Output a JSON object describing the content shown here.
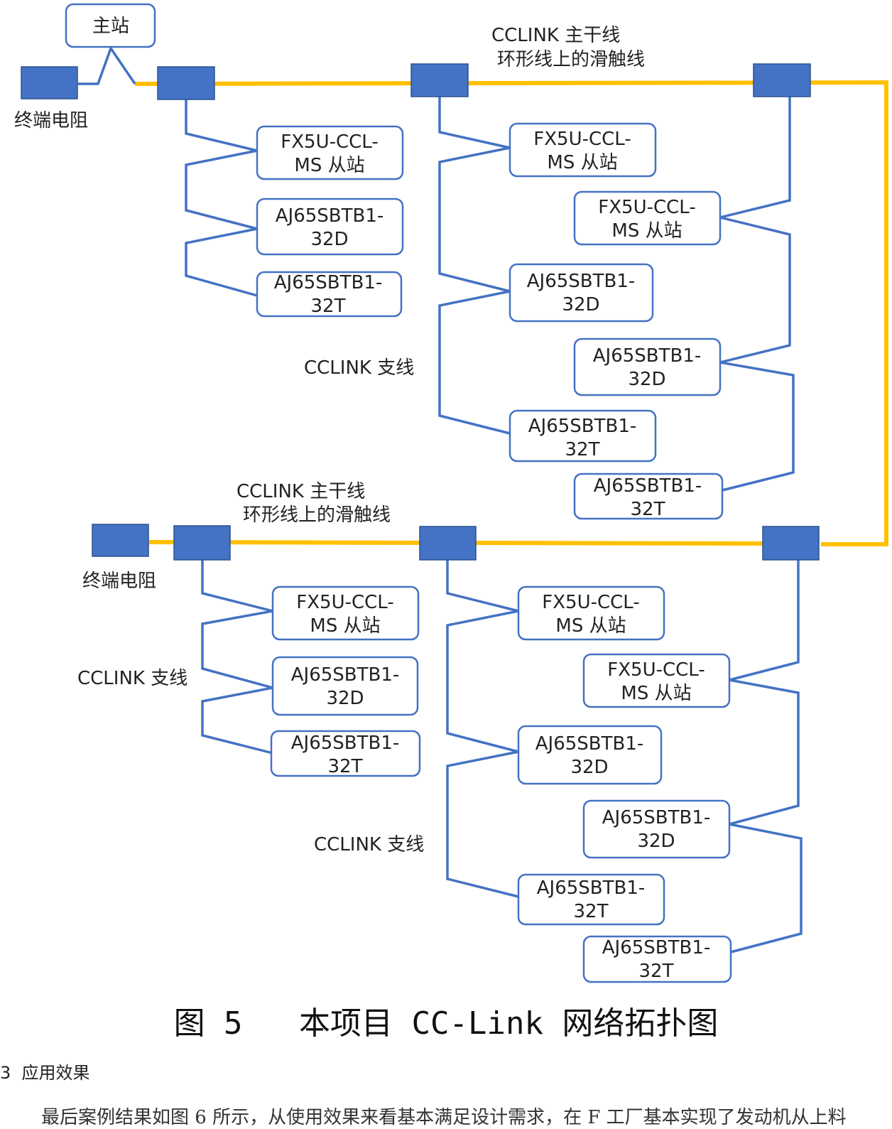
{
  "diagram": {
    "master_label": "主站",
    "terminator_label": "终端电阻",
    "trunk_label_line1": "CCLINK 主干线",
    "trunk_label_line2": "环形线上的滑触线",
    "branch_label": "CCLINK 支线",
    "devices": {
      "fx5u_l1": "FX5U-CCL-",
      "fx5u_l2": "MS 从站",
      "aj_l1": "AJ65SBTB1-",
      "aj_32d": "32D",
      "aj_32t": "32T"
    },
    "colors": {
      "trunk": "#FFC000",
      "branch": "#4472C4",
      "switch": "#4472C4"
    }
  },
  "caption": "图 5   本项目 CC-Link 网络拓扑图",
  "section_heading": "3  应用效果",
  "paragraph": "最后案例结果如图 6 所示，从使用效果来看基本满足设计需求，在 F 工厂基本实现了发动机从上料"
}
